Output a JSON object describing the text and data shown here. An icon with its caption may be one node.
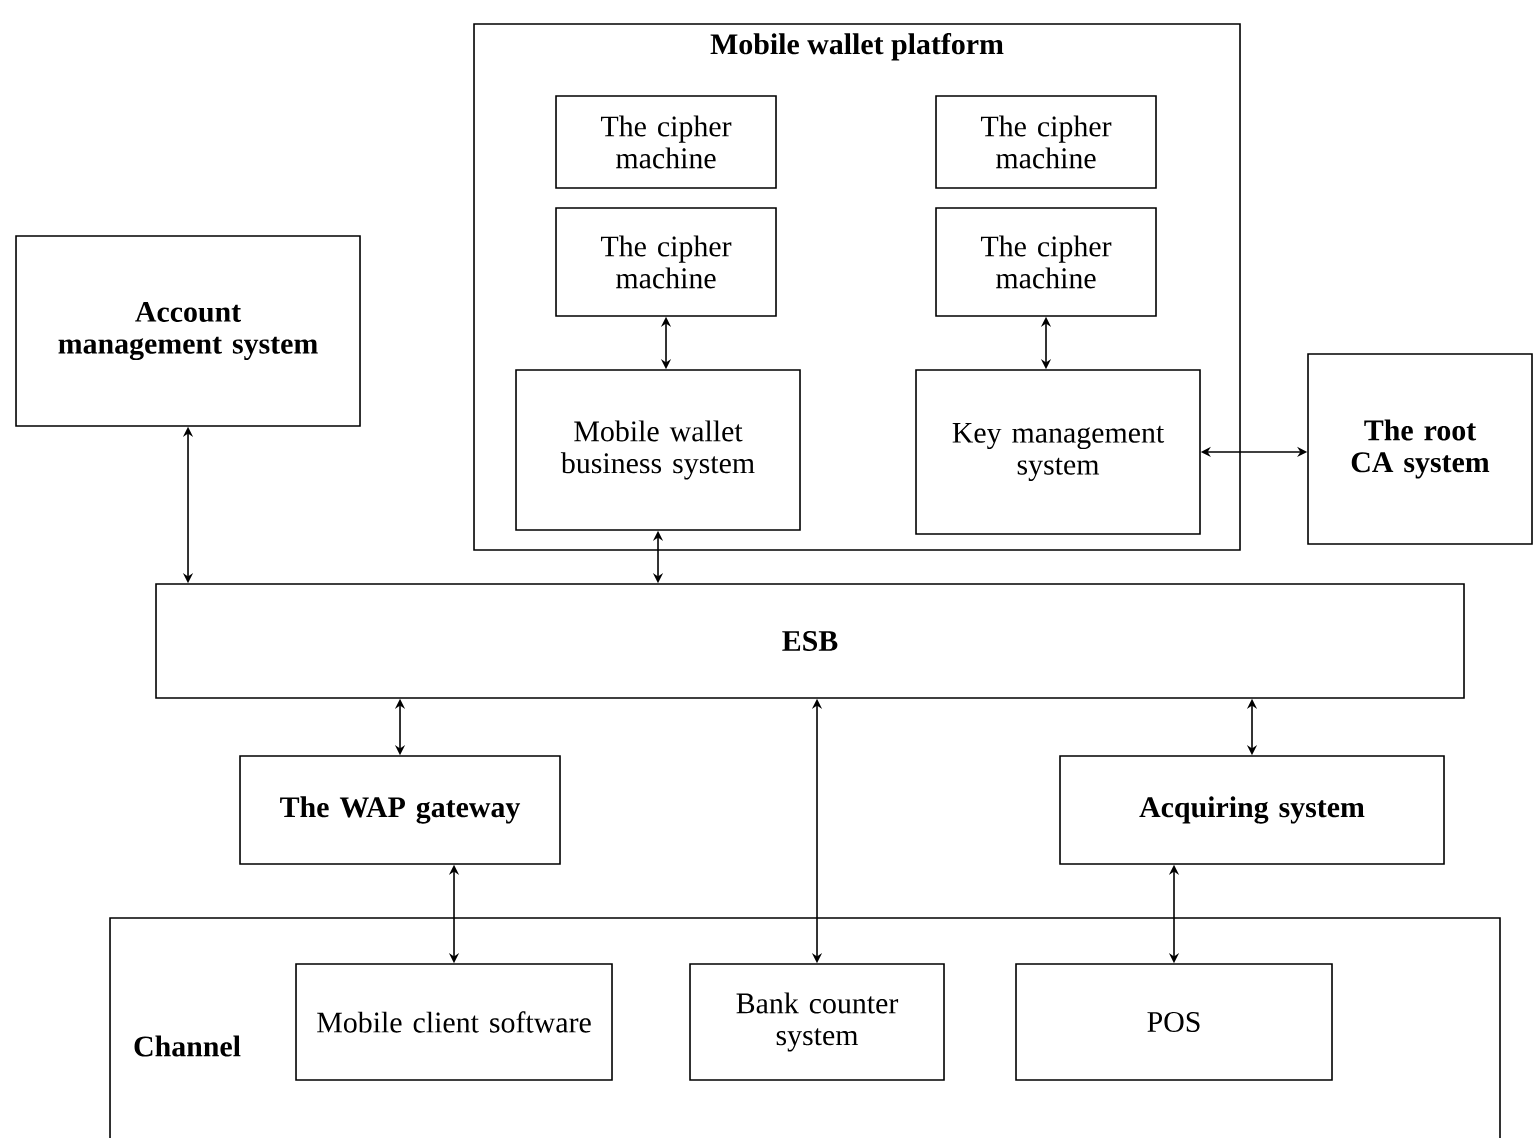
{
  "diagram": {
    "nodes": [
      {
        "text": [
          "Mobile wallet platform"
        ]
      },
      {
        "text": [
          "The cipher machine"
        ],
        "in": 0
      },
      {
        "text": [
          "The cipher machine"
        ],
        "in": 0
      },
      {
        "text": [
          "The cipher machine"
        ],
        "in": 0
      },
      {
        "text": [
          "The cipher machine"
        ],
        "in": 0
      },
      {
        "text": [
          "Mobile wallet business system"
        ],
        "in": 0
      },
      {
        "text": [
          "Key management system"
        ],
        "in": 0
      },
      {
        "text": [
          "Account management system"
        ]
      },
      {
        "text": [
          "The root CA system"
        ]
      },
      {
        "text": [
          "ESB"
        ]
      },
      {
        "text": [
          "The WAP gateway"
        ]
      },
      {
        "text": [
          "Acquiring system"
        ]
      },
      {
        "text": [
          "Channel"
        ]
      },
      {
        "text": [
          "Mobile client software"
        ],
        "in": 12
      },
      {
        "text": [
          "Bank counter system"
        ],
        "in": 12
      },
      {
        "text": [
          "POS"
        ],
        "in": 12
      }
    ],
    "edges": [
      {
        "from": 3,
        "to": 5,
        "arrow": "both"
      },
      {
        "from": 4,
        "to": 6,
        "arrow": "both"
      },
      {
        "from": 6,
        "to": 8,
        "arrow": "both"
      },
      {
        "from": 5,
        "to": 9,
        "arrow": "both"
      },
      {
        "from": 7,
        "to": 9,
        "arrow": "both"
      },
      {
        "from": 9,
        "to": 10,
        "arrow": "both"
      },
      {
        "from": 9,
        "to": 14,
        "arrow": "both"
      },
      {
        "from": 9,
        "to": 11,
        "arrow": "both"
      },
      {
        "from": 10,
        "to": 13,
        "arrow": "both"
      },
      {
        "from": 11,
        "to": 15,
        "arrow": "both"
      }
    ]
  }
}
